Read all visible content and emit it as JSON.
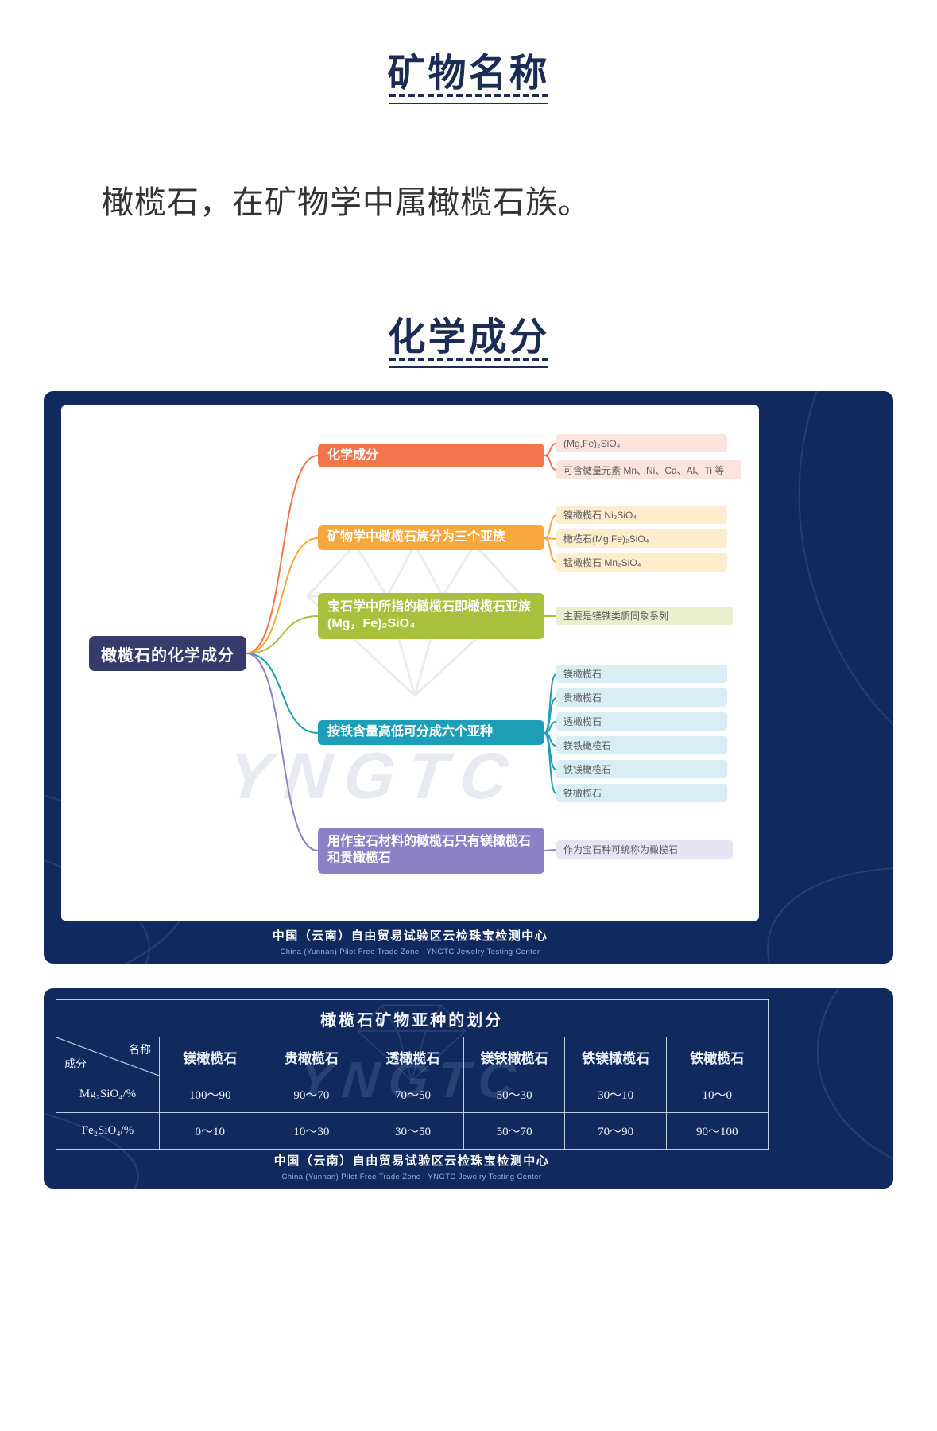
{
  "article": {
    "heading1": "矿物名称",
    "paragraph": "橄榄石，在矿物学中属橄榄石族。",
    "heading2": "化学成分"
  },
  "mindmap": {
    "root": {
      "label": "橄榄石的化学成分",
      "color": "#353c6b"
    },
    "branches": [
      {
        "label": "化学成分",
        "color": "#f1764c",
        "child_color": "#fce4dc",
        "children": [
          "(Mg,Fe)₂SiO₄",
          "可含微量元素 Mn、Ni、Ca、Al、Ti 等"
        ]
      },
      {
        "label": "矿物学中橄榄石族分为三个亚族",
        "color": "#f6a73d",
        "child_color": "#fdeccd",
        "children": [
          "镍橄榄石 Ni₂SiO₄",
          "橄榄石(Mg,Fe)₂SiO₄",
          "锰橄榄石 Mn₂SiO₄"
        ]
      },
      {
        "label": "宝石学中所指的橄榄石即橄榄石亚族\n(Mg，Fe)₂SiO₄",
        "color": "#a9bf3e",
        "child_color": "#e9eecd",
        "children": [
          "主要是镁铁类质同象系列"
        ]
      },
      {
        "label": "按铁含量高低可分成六个亚种",
        "color": "#1d9fb8",
        "child_color": "#d8eef4",
        "children": [
          "镁橄榄石",
          "贵橄榄石",
          "透橄榄石",
          "镁铁橄榄石",
          "铁镁橄榄石",
          "铁橄榄石"
        ]
      },
      {
        "label": "用作宝石材料的橄榄石只有镁橄榄石\n和贵橄榄石",
        "color": "#8c81c7",
        "child_color": "#e6e3f4",
        "children": [
          "作为宝石种可统称为橄榄石"
        ]
      }
    ],
    "watermark": "YNGTC"
  },
  "footer": {
    "line_cn": "中国（云南）自由贸易试验区云检珠宝检测中心",
    "line_en": "China (Yunnan) Pilot Free Trade Zone   YNGTC Jewelry Testing Center"
  },
  "subspecies_table": {
    "title": "橄榄石矿物亚种的划分",
    "corner_top": "名称",
    "corner_bottom": "成分",
    "columns": [
      "镁橄榄石",
      "贵橄榄石",
      "透橄榄石",
      "镁铁橄榄石",
      "铁镁橄榄石",
      "铁橄榄石"
    ],
    "rows": [
      {
        "label": "Mg₂SiO₄/%",
        "values": [
          "100～90",
          "90～70",
          "70～50",
          "50～30",
          "30～10",
          "10～0"
        ]
      },
      {
        "label": "Fe₂SiO₄/%",
        "values": [
          "0～10",
          "10～30",
          "30～50",
          "50～70",
          "70～90",
          "90～100"
        ]
      }
    ]
  },
  "colors": {
    "card_background": "#112a5e",
    "heading": "#1c2d55"
  }
}
